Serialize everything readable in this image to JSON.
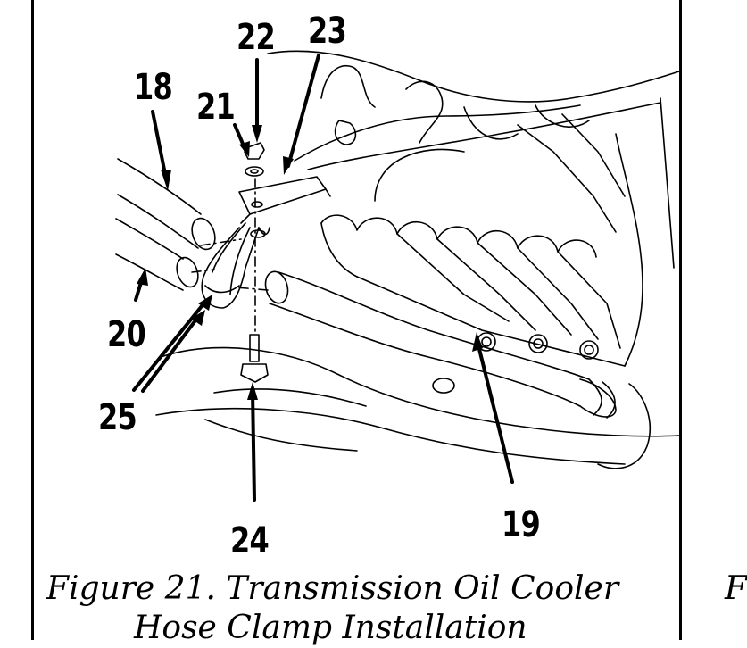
{
  "figure": {
    "caption_line1": "Figure 21.  Transmission Oil Cooler",
    "caption_line2": "Hose Clamp Installation",
    "adjacent_caption_fragment": "F"
  },
  "callouts": [
    "18",
    "19",
    "20",
    "21",
    "22",
    "23",
    "24",
    "25"
  ],
  "colors": {
    "ink": "#000000",
    "paper": "#ffffff"
  }
}
